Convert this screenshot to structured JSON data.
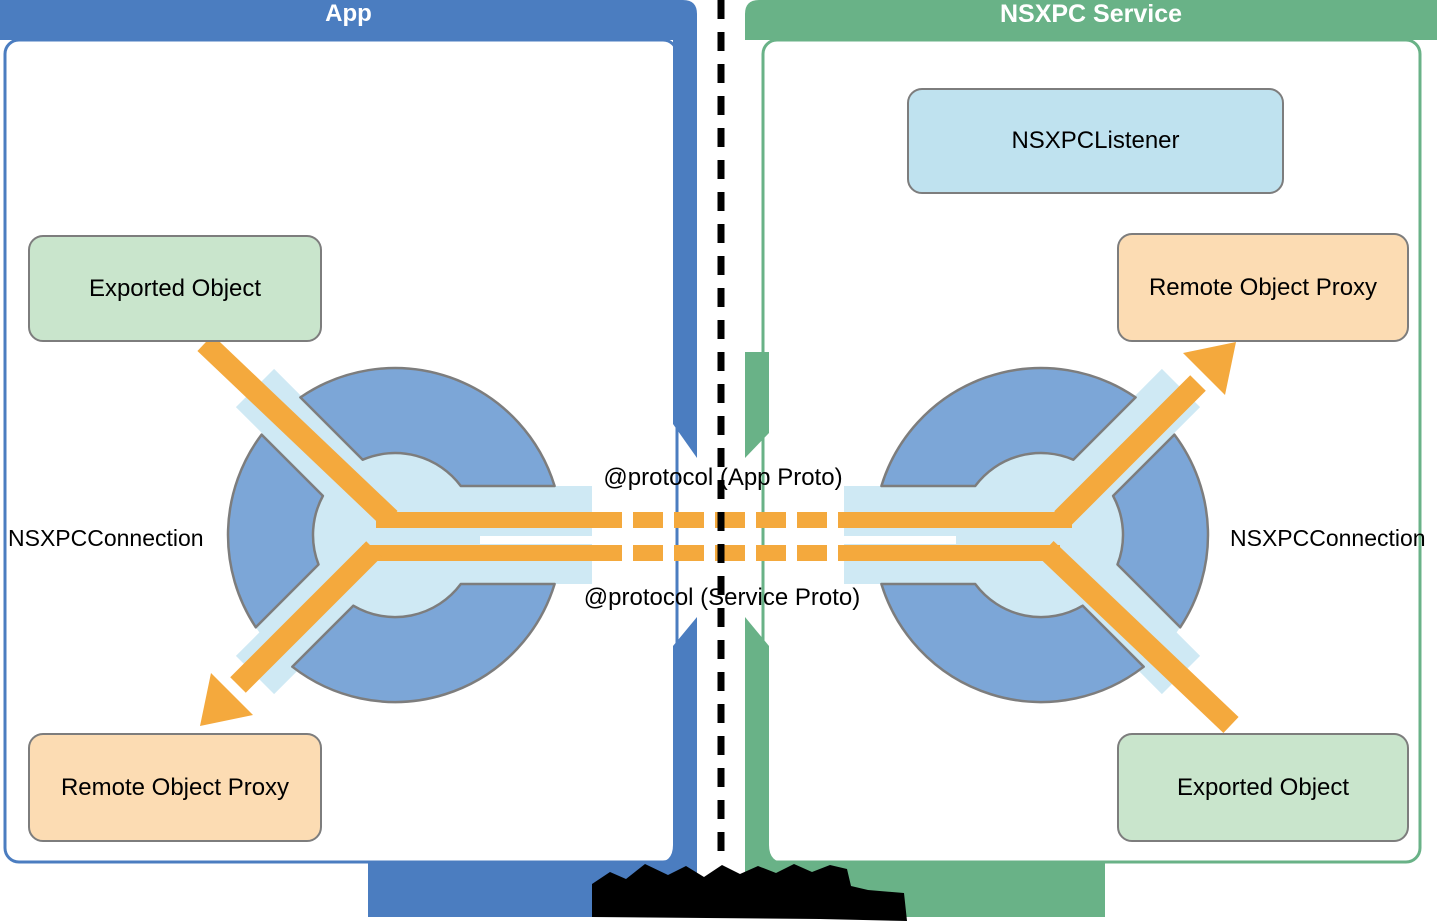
{
  "app_panel": {
    "title": "App",
    "exported_object": "Exported Object",
    "remote_object_proxy": "Remote Object Proxy",
    "connection_label": "NSXPCConnection"
  },
  "service_panel": {
    "title": "NSXPC Service",
    "listener": "NSXPCListener",
    "remote_object_proxy": "Remote Object Proxy",
    "exported_object": "Exported Object",
    "connection_label": "NSXPCConnection"
  },
  "middle": {
    "app_protocol": "@protocol (App Proto)",
    "service_protocol": "@protocol (Service Proto)"
  },
  "colors": {
    "app_accent": "#4b7dc0",
    "service_accent": "#69b287",
    "bubble_fill": "#7ca6d7",
    "channel_fill": "#cfe9f4",
    "listener_fill": "#bfe2ef",
    "exported_fill": "#c9e5cc",
    "proxy_fill": "#fcdcb3",
    "arrow_orange": "#f4a93d",
    "outline_gray": "#7d7d7d"
  }
}
